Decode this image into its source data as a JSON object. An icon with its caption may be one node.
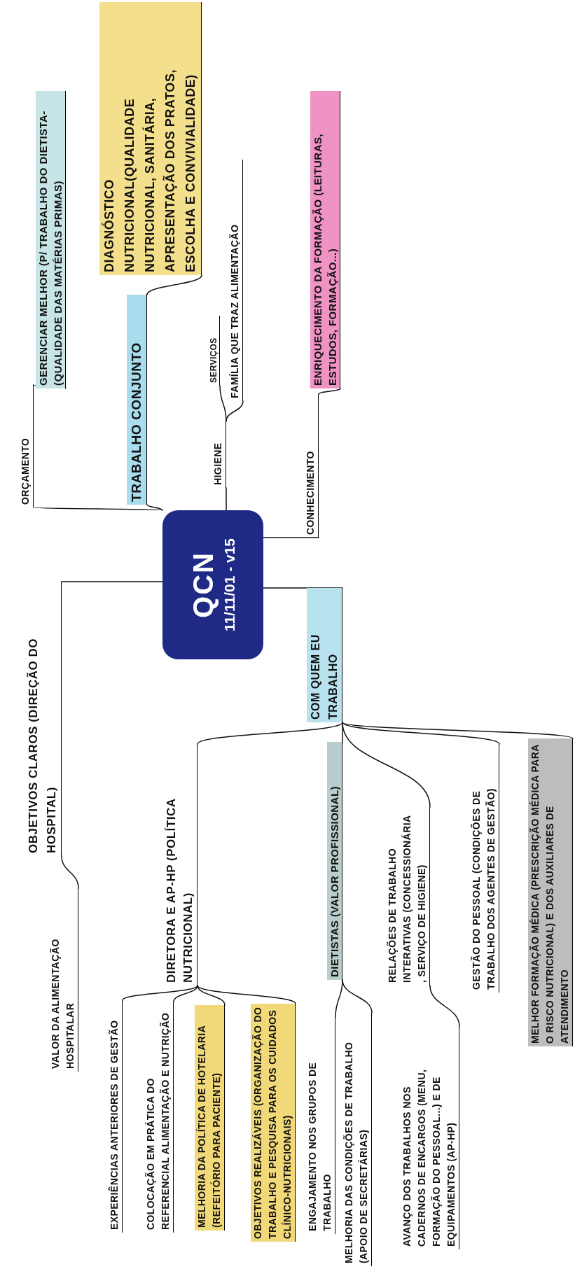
{
  "diagram": {
    "nodes": [
      {
        "text": [
          "QCN",
          "11/11/01 - v15"
        ]
      },
      {
        "text": [
          "ORÇAMENTO"
        ]
      },
      {
        "text": [
          "GERENCIAR MELHOR (P/ TRABALHO DO DIETISTA-(QUALIDADE DAS MATÉRIAS PRIMAS)"
        ]
      },
      {
        "text": [
          "TRABALHO CONJUNTO"
        ]
      },
      {
        "text": [
          "DIAGNÓSTICO NUTRICIONAL(QUALIDADE NUTRICIONAL, SANITÁRIA, APRESENTAÇÃO DOS PRATOS, ESCOLHA E CONVIVIALIDADE)"
        ]
      },
      {
        "text": [
          "HIGIENE"
        ]
      },
      {
        "text": [
          "SERVIÇOS"
        ]
      },
      {
        "text": [
          "FAMÍLIA QUE TRAZ ALIMENTAÇÃO"
        ]
      },
      {
        "text": [
          "CONHECIMENTO"
        ]
      },
      {
        "text": [
          "ENRIQUECIMENTO DA FORMAÇÃO (LEITURAS, ESTUDOS, FORMAÇÃO...)"
        ]
      },
      {
        "text": [
          "OBJETIVOS CLAROS (DIREÇÃO DO HOSPITAL)"
        ]
      },
      {
        "text": [
          "VALOR DA ALIMENTAÇÃO HOSPITALAR"
        ]
      },
      {
        "text": [
          "COM QUEM EU TRABALHO"
        ]
      },
      {
        "text": [
          "DIRETORA E AP-HP (POLÍTICA NUTRICIONAL)"
        ]
      },
      {
        "text": [
          "EXPERIÊNCIAS ANTERIORES DE GESTÃO"
        ]
      },
      {
        "text": [
          "COLOCAÇÃO EM PRÁTICA DO REFERENCIAL ALIMENTAÇÃO E NUTRIÇÃO"
        ]
      },
      {
        "text": [
          "MELHORIA DA POLÍTICA DE HOTELARIA (REFEITÓRIO PARA PACIENTE)"
        ]
      },
      {
        "text": [
          "OBJETIVOS REALIZÁVEIS (ORGANIZAÇÃO DO TRABALHO E PESQUISA PARA OS CUIDADOS CLÍNICO-NUTRICIONAIS)"
        ]
      },
      {
        "text": [
          "DIETISTAS (VALOR PROFISSIONAL)"
        ]
      },
      {
        "text": [
          "ENGAJAMENTO NOS GRUPOS DE TRABALHO"
        ]
      },
      {
        "text": [
          "MELHORIA DAS CONDIÇÕES DE TRABALHO (APOIO DE SECRETÁRIAS)"
        ]
      },
      {
        "text": [
          "RELAÇÕES DE TRABALHO INTERATIVAS (CONCESSIONÁRIA , SERVIÇO DE HIGIENE)"
        ]
      },
      {
        "text": [
          "AVANÇO DOS TRABALHOS NOS CADERNOS DE ENCARGOS (MENU, FORMAÇÃO DO PESSOAL...) E DE EQUIPAMENTOS (AP-HP)"
        ]
      },
      {
        "text": [
          "GESTÃO DO PESSOAL (CONDIÇÕES DE TRABALHO DOS AGENTES DE GESTÃO)"
        ]
      },
      {
        "text": [
          "MELHOR FORMAÇÃO MÉDICA (PRESCRIÇÃO MÉDICA PARA O RISCO NUTRICIONAL) E DOS AUXILIARES DE ATENDIMENTO"
        ]
      }
    ],
    "edges": [
      {
        "from": 0,
        "to": 1,
        "arrow": "none"
      },
      {
        "from": 1,
        "to": 2,
        "arrow": "none"
      },
      {
        "from": 0,
        "to": 3,
        "arrow": "none"
      },
      {
        "from": 3,
        "to": 4,
        "arrow": "none"
      },
      {
        "from": 0,
        "to": 5,
        "arrow": "none"
      },
      {
        "from": 5,
        "to": 6,
        "arrow": "none"
      },
      {
        "from": 5,
        "to": 7,
        "arrow": "none"
      },
      {
        "from": 0,
        "to": 8,
        "arrow": "none"
      },
      {
        "from": 8,
        "to": 9,
        "arrow": "none"
      },
      {
        "from": 0,
        "to": 10,
        "arrow": "none"
      },
      {
        "from": 10,
        "to": 11,
        "arrow": "none"
      },
      {
        "from": 0,
        "to": 12,
        "arrow": "none"
      },
      {
        "from": 12,
        "to": 13,
        "arrow": "none"
      },
      {
        "from": 13,
        "to": 14,
        "arrow": "none"
      },
      {
        "from": 13,
        "to": 15,
        "arrow": "none"
      },
      {
        "from": 13,
        "to": 16,
        "arrow": "none"
      },
      {
        "from": 13,
        "to": 17,
        "arrow": "none"
      },
      {
        "from": 12,
        "to": 18,
        "arrow": "none"
      },
      {
        "from": 18,
        "to": 19,
        "arrow": "none"
      },
      {
        "from": 18,
        "to": 20,
        "arrow": "none"
      },
      {
        "from": 12,
        "to": 21,
        "arrow": "none"
      },
      {
        "from": 21,
        "to": 22,
        "arrow": "none"
      },
      {
        "from": 12,
        "to": 23,
        "arrow": "none"
      },
      {
        "from": 12,
        "to": 24,
        "arrow": "none"
      }
    ]
  }
}
